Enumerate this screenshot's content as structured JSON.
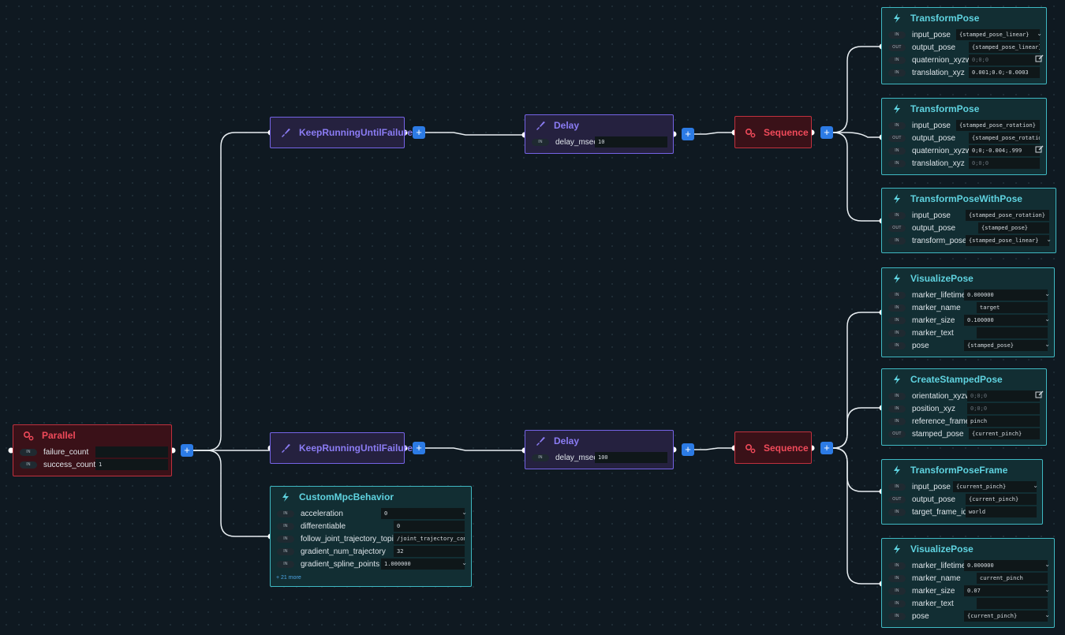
{
  "nodes": {
    "parallel": {
      "title": "Parallel",
      "params": [
        {
          "tag": "IN",
          "name": "failure_count",
          "value": ""
        },
        {
          "tag": "IN",
          "name": "success_count",
          "value": "1"
        }
      ]
    },
    "krf_top": {
      "title": "KeepRunningUntilFailure"
    },
    "krf_bottom": {
      "title": "KeepRunningUntilFailure"
    },
    "delay_top": {
      "title": "Delay",
      "params": [
        {
          "tag": "IN",
          "name": "delay_msec",
          "value": "10"
        }
      ]
    },
    "delay_bottom": {
      "title": "Delay",
      "params": [
        {
          "tag": "IN",
          "name": "delay_msec",
          "value": "100"
        }
      ]
    },
    "seq_top": {
      "title": "Sequence"
    },
    "seq_bottom": {
      "title": "Sequence"
    },
    "custom_mpc": {
      "title": "CustomMpcBehavior",
      "more": "+ 21 more",
      "params": [
        {
          "tag": "IN",
          "name": "acceleration",
          "value": "0"
        },
        {
          "tag": "IN",
          "name": "differentiable",
          "value": "0"
        },
        {
          "tag": "IN",
          "name": "follow_joint_trajectory_topic",
          "value": "/joint_trajectory_con"
        },
        {
          "tag": "IN",
          "name": "gradient_num_trajectory",
          "value": "32"
        },
        {
          "tag": "IN",
          "name": "gradient_spline_points",
          "value": "1.000000"
        }
      ]
    },
    "tp1": {
      "title": "TransformPose",
      "params": [
        {
          "tag": "IN",
          "name": "input_pose",
          "value": "{stamped_pose_linear}"
        },
        {
          "tag": "OUT",
          "name": "output_pose",
          "value": "{stamped_pose_linear}"
        },
        {
          "tag": "IN",
          "name": "quaternion_xyzw",
          "value": "0;0;0"
        },
        {
          "tag": "IN",
          "name": "translation_xyz",
          "value": "0.001;0.0;-0.0003"
        }
      ]
    },
    "tp2": {
      "title": "TransformPose",
      "params": [
        {
          "tag": "IN",
          "name": "input_pose",
          "value": "{stamped_pose_rotation}"
        },
        {
          "tag": "OUT",
          "name": "output_pose",
          "value": "{stamped_pose_rotatio"
        },
        {
          "tag": "IN",
          "name": "quaternion_xyzw",
          "value": "0;0;-0.004;.999"
        },
        {
          "tag": "IN",
          "name": "translation_xyz",
          "value": "0;0;0"
        }
      ]
    },
    "tpwp": {
      "title": "TransformPoseWithPose",
      "params": [
        {
          "tag": "IN",
          "name": "input_pose",
          "value": "{stamped_pose_rotation}"
        },
        {
          "tag": "OUT",
          "name": "output_pose",
          "value": "{stamped_pose}"
        },
        {
          "tag": "IN",
          "name": "transform_pose",
          "value": "{stamped_pose_linear}"
        }
      ]
    },
    "vp1": {
      "title": "VisualizePose",
      "params": [
        {
          "tag": "IN",
          "name": "marker_lifetime",
          "value": "0.000000"
        },
        {
          "tag": "IN",
          "name": "marker_name",
          "value": "target"
        },
        {
          "tag": "IN",
          "name": "marker_size",
          "value": "0.100000"
        },
        {
          "tag": "IN",
          "name": "marker_text",
          "value": ""
        },
        {
          "tag": "IN",
          "name": "pose",
          "value": "{stamped_pose}"
        }
      ]
    },
    "csp": {
      "title": "CreateStampedPose",
      "params": [
        {
          "tag": "IN",
          "name": "orientation_xyzw",
          "value": "0;0;0"
        },
        {
          "tag": "IN",
          "name": "position_xyz",
          "value": "0;0;0"
        },
        {
          "tag": "IN",
          "name": "reference_frame",
          "value": "pinch"
        },
        {
          "tag": "OUT",
          "name": "stamped_pose",
          "value": "{current_pinch}"
        }
      ]
    },
    "tpf": {
      "title": "TransformPoseFrame",
      "params": [
        {
          "tag": "IN",
          "name": "input_pose",
          "value": "{current_pinch}"
        },
        {
          "tag": "OUT",
          "name": "output_pose",
          "value": "{current_pinch}"
        },
        {
          "tag": "IN",
          "name": "target_frame_id",
          "value": "world"
        }
      ]
    },
    "vp2": {
      "title": "VisualizePose",
      "params": [
        {
          "tag": "IN",
          "name": "marker_lifetime",
          "value": "0.000000"
        },
        {
          "tag": "IN",
          "name": "marker_name",
          "value": "current_pinch"
        },
        {
          "tag": "IN",
          "name": "marker_size",
          "value": "0.07"
        },
        {
          "tag": "IN",
          "name": "marker_text",
          "value": ""
        },
        {
          "tag": "IN",
          "name": "pose",
          "value": "{current_pinch}"
        }
      ]
    }
  },
  "add_button_label": "+",
  "colors": {
    "condition": "#c0313e",
    "decorator": "#7564e6",
    "action": "#3fb8c2",
    "add_button": "#2c7be5",
    "background": "#0f1921"
  }
}
